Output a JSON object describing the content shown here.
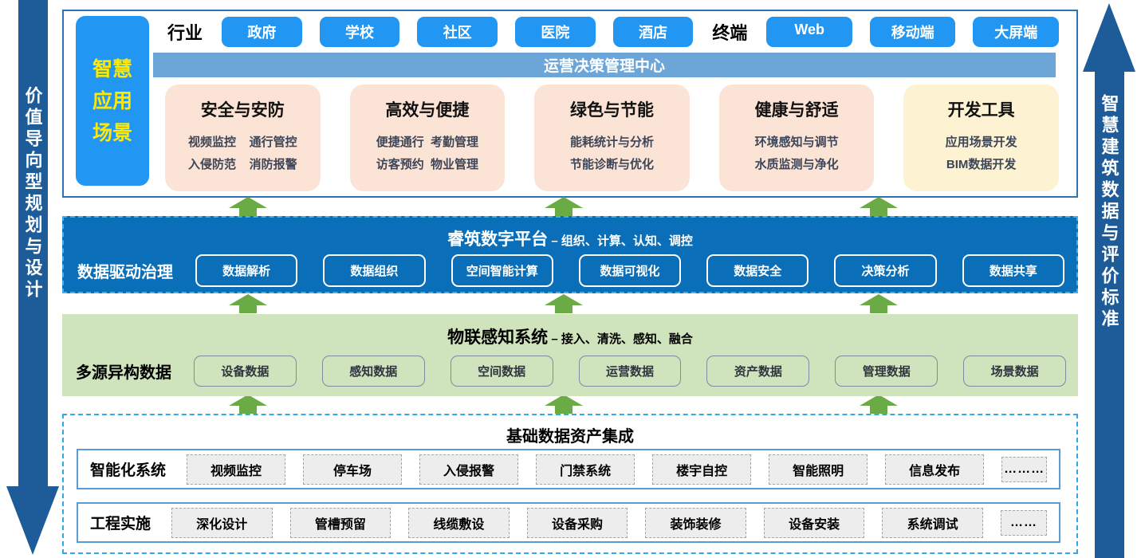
{
  "side_arrows": {
    "left": "价值导向型规划与设计",
    "right": "智慧建筑数据与评价标准"
  },
  "top_section": {
    "corner_label": "智慧应用场景",
    "industry_label": "行业",
    "industry_tags": [
      "政府",
      "学校",
      "社区",
      "医院",
      "酒店"
    ],
    "terminal_label": "终端",
    "terminal_tags": [
      "Web",
      "移动端",
      "大屏端"
    ],
    "center_bar": "运营决策管理中心",
    "cards": [
      {
        "title": "安全与安防",
        "variant": "peach",
        "lines": [
          "视频监控    通行管控",
          "入侵防范    消防报警"
        ]
      },
      {
        "title": "高效与便捷",
        "variant": "peach",
        "lines": [
          "便捷通行  考勤管理",
          "访客预约  物业管理"
        ]
      },
      {
        "title": "绿色与节能",
        "variant": "peach",
        "lines": [
          "能耗统计与分析",
          "节能诊断与优化"
        ]
      },
      {
        "title": "健康与舒适",
        "variant": "peach",
        "lines": [
          "环境感知与调节",
          "水质监测与净化"
        ]
      },
      {
        "title": "开发工具",
        "variant": "yellow",
        "lines": [
          "应用场景开发",
          "BIM数据开发"
        ]
      }
    ]
  },
  "platform_band": {
    "title": "睿筑数字平台",
    "subtitle": " – 组织、计算、认知、调控",
    "row_label": "数据驱动治理",
    "buttons": [
      "数据解析",
      "数据组织",
      "空间智能计算",
      "数据可视化",
      "数据安全",
      "决策分析",
      "数据共享"
    ]
  },
  "iot_band": {
    "title": "物联感知系统",
    "subtitle": " – 接入、清洗、感知、融合",
    "row_label": "多源异构数据",
    "buttons": [
      "设备数据",
      "感知数据",
      "空间数据",
      "运营数据",
      "资产数据",
      "管理数据",
      "场景数据"
    ]
  },
  "base_section": {
    "title": "基础数据资产集成",
    "rows": [
      {
        "label": "智能化系统",
        "items": [
          "视频监控",
          "停车场",
          "入侵报警",
          "门禁系统",
          "楼宇自控",
          "智能照明",
          "信息发布",
          "………"
        ]
      },
      {
        "label": "工程实施",
        "items": [
          "深化设计",
          "管槽预留",
          "线缆敷设",
          "设备采购",
          "装饰装修",
          "设备安装",
          "系统调试",
          "……"
        ]
      }
    ]
  },
  "colors": {
    "bright_blue_tag": "#2196f3",
    "steel_blue_bar": "#6ca5d7",
    "platform_band_blue": "#0a6fb8",
    "iot_band_green": "#cfe3bd",
    "up_arrow_green": "#6aab45",
    "side_arrow_navy": "#1d5c98",
    "card_peach": "#fbe3d5",
    "card_yellow": "#fdf3d2",
    "dashed_cyan_border": "#2faae3",
    "corner_label_text_yellow": "#ffe900"
  }
}
